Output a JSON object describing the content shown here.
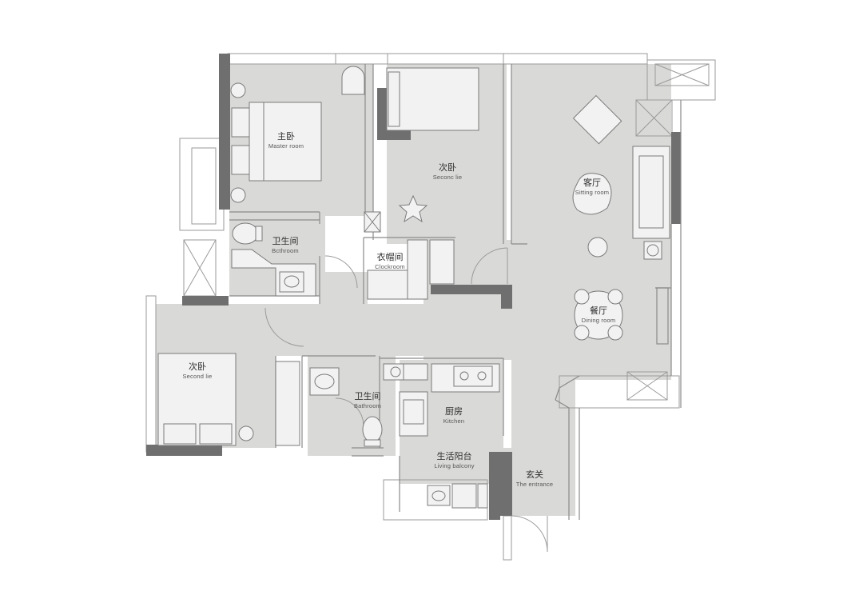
{
  "floor_plan": {
    "floor_color": "#d9d9d7",
    "wall_color": "#6f6f6f",
    "rooms": {
      "master_bedroom": {
        "zh": "主卧",
        "en": "Master room"
      },
      "second_bedroom_north": {
        "zh": "次卧",
        "en": "Seconc lie"
      },
      "living_room": {
        "zh": "客厅",
        "en": "Sitting room"
      },
      "bathroom_north": {
        "zh": "卫生间",
        "en": "Bcthroom"
      },
      "cloakroom": {
        "zh": "衣帽间",
        "en": "Clockroom"
      },
      "dining_room": {
        "zh": "餐厅",
        "en": "Dining room"
      },
      "second_bedroom_south": {
        "zh": "次卧",
        "en": "Second lie"
      },
      "bathroom_south": {
        "zh": "卫生间",
        "en": "Bathroom"
      },
      "kitchen": {
        "zh": "厨房",
        "en": "Kitchen"
      },
      "living_balcony": {
        "zh": "生活阳台",
        "en": "Living balcony"
      },
      "entrance": {
        "zh": "玄关",
        "en": "The entrance"
      }
    }
  }
}
